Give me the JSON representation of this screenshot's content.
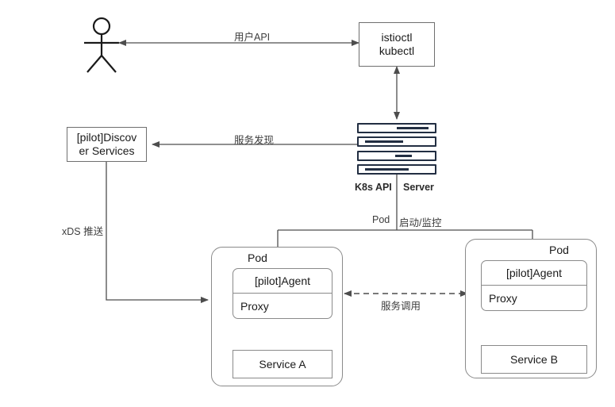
{
  "diagram": {
    "title": "Istio service mesh architecture",
    "colors": {
      "background": "#ffffff",
      "node_border": "#6f6f6f",
      "pod_border": "#8a8a8a",
      "edge": "#4d4d4d",
      "server_icon": "#222e42",
      "text": "#1a1a1a",
      "label_text": "#3d3d3d"
    }
  },
  "nodes": {
    "actor": {
      "name": "user-actor",
      "label": ""
    },
    "cli": {
      "line1": "istioctl",
      "line2": "kubectl"
    },
    "pilot": {
      "line1": "[pilot]Discov",
      "line2": "er Services"
    },
    "apiserver": {
      "caption_left": "K8s API",
      "caption_right": "Server"
    },
    "pod_a": {
      "caption": "Pod",
      "agent": "[pilot]Agent",
      "proxy": "Proxy",
      "service": "Service A"
    },
    "pod_b": {
      "caption": "Pod",
      "agent": "[pilot]Agent",
      "proxy": "Proxy",
      "service": "Service B"
    }
  },
  "edges": {
    "user_api": "用户API",
    "service_discovery": "服务发现",
    "xds_push": "xDS 推送",
    "pod_lifecycle_left": "Pod",
    "pod_lifecycle_right": "启动/监控",
    "service_call": "服务调用"
  }
}
